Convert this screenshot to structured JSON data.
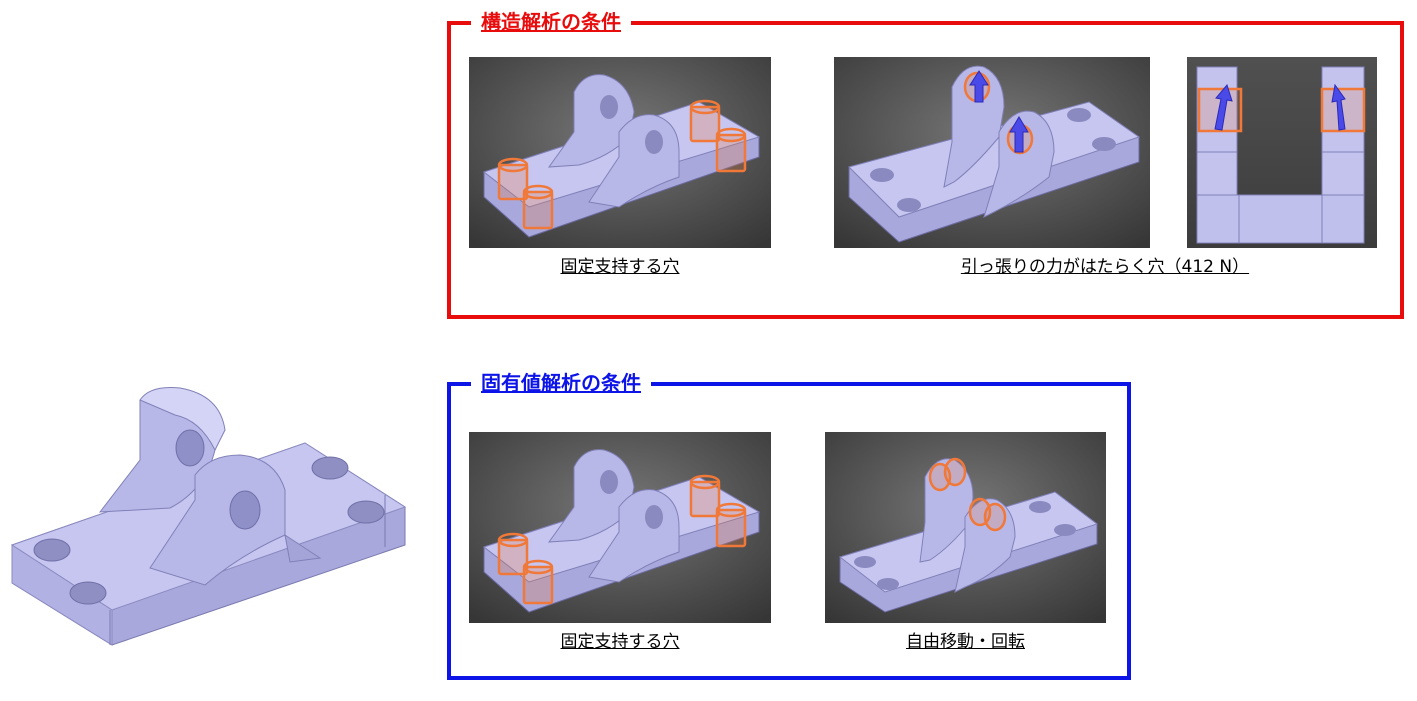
{
  "structural": {
    "title": "構造解析の条件",
    "caption_fixed": "固定支持する穴",
    "caption_load": "引っ張りの力がはたらく穴（412 N）",
    "color": "#e80c0c"
  },
  "modal": {
    "title": "固有値解析の条件",
    "caption_fixed": "固定支持する穴",
    "caption_free": "自由移動・回転",
    "color": "#0c14e8"
  },
  "colors": {
    "part_top": "#c9c9f1",
    "part_side": "#a9a9dc",
    "highlight": "#f07838",
    "arrow": "#4a4ae8",
    "viewport_bg": "#4e4e4e"
  }
}
